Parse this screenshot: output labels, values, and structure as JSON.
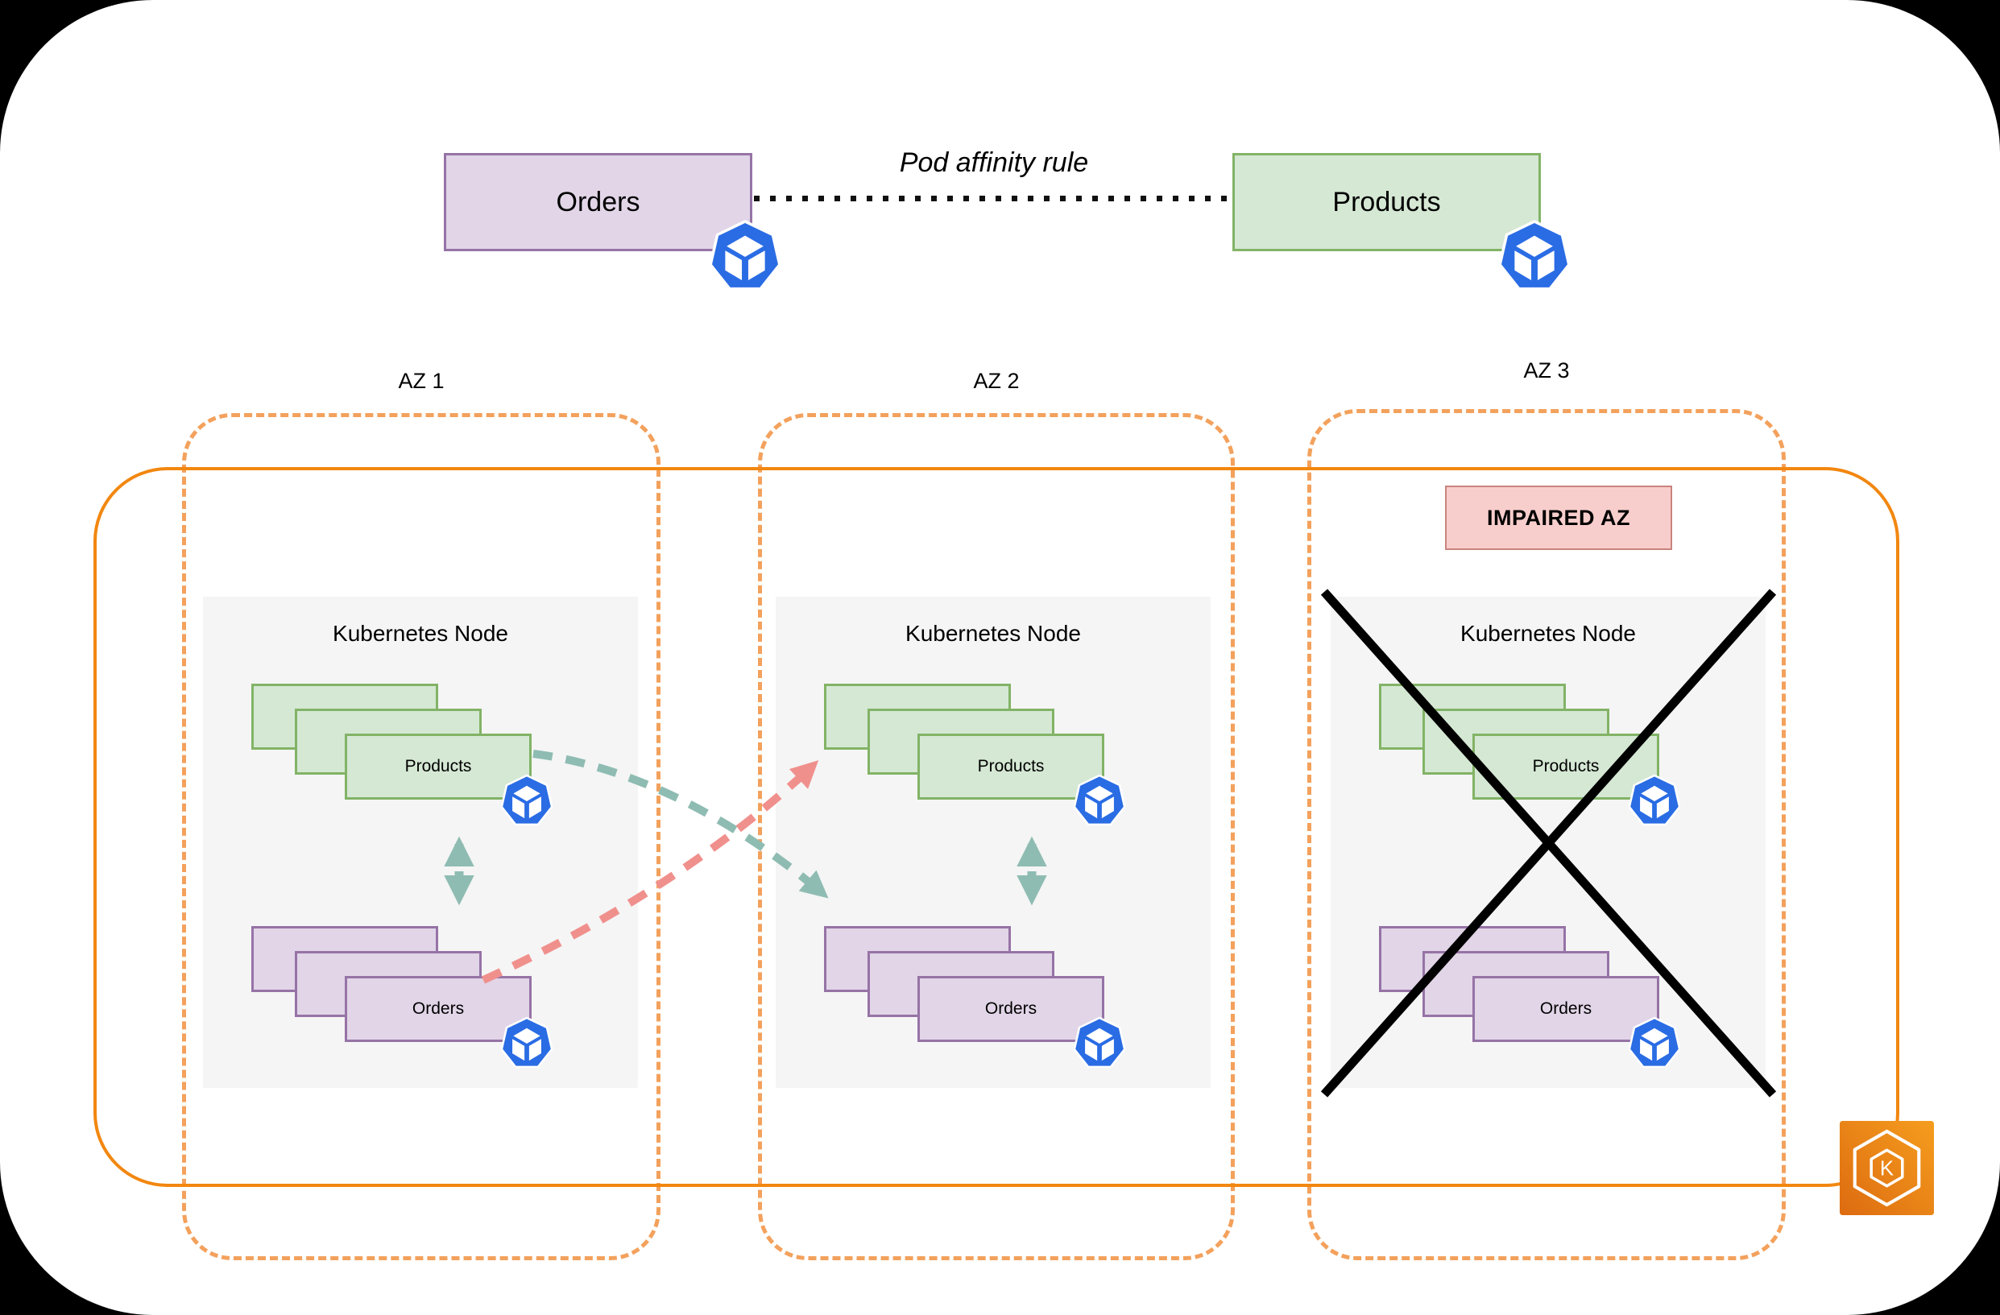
{
  "diagram": {
    "affinity": {
      "orders_label": "Orders",
      "products_label": "Products",
      "rule_label": "Pod affinity rule"
    },
    "zones": [
      {
        "label": "AZ 1",
        "node": {
          "title": "Kubernetes Node",
          "products_label": "Products",
          "orders_label": "Orders"
        }
      },
      {
        "label": "AZ 2",
        "node": {
          "title": "Kubernetes Node",
          "products_label": "Products",
          "orders_label": "Orders"
        }
      },
      {
        "label": "AZ 3",
        "impaired_label": "IMPAIRED AZ",
        "node": {
          "title": "Kubernetes Node",
          "products_label": "Products",
          "orders_label": "Orders"
        }
      }
    ],
    "eks_icon_letter": "K",
    "colors": {
      "products_fill": "#d5e8d4",
      "products_border": "#82b366",
      "orders_fill": "#e1d5e7",
      "orders_border": "#9673a6",
      "az_dashed_border": "#F3A15C",
      "cluster_border": "#F28710",
      "node_fill": "#f5f5f5",
      "impaired_fill": "#F8CECC",
      "impaired_border": "#C9837D",
      "pod_icon_blue": "#2A6CE4",
      "affinity_arrow_teal": "#8FBCB2",
      "failover_arrow_pink": "#F0908D",
      "impaired_cross_black": "#000000",
      "dotted_rule_black": "#111111"
    }
  }
}
